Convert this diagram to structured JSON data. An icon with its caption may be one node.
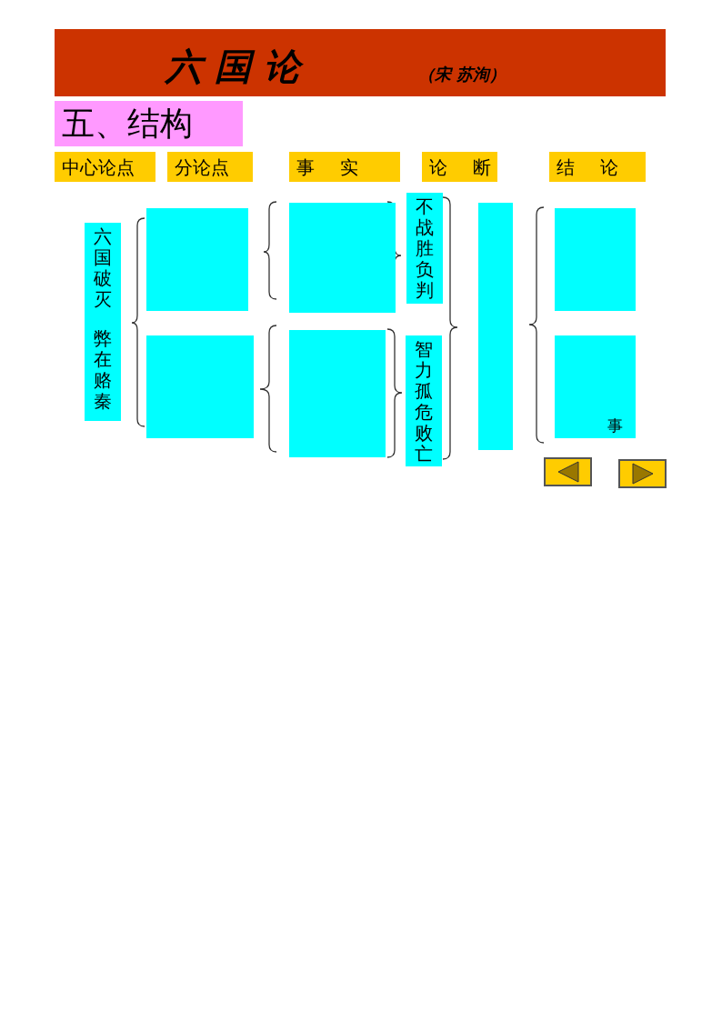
{
  "diagram": {
    "nodes": [
      {
        "text": [
          "六国论",
          "（宋 苏洵）"
        ]
      },
      {
        "text": [
          "五、结构"
        ]
      },
      {
        "text": [
          "中心论点"
        ]
      },
      {
        "text": [
          "分论点"
        ]
      },
      {
        "text": [
          "事 实"
        ]
      },
      {
        "text": [
          "论 断"
        ]
      },
      {
        "text": [
          "结 论"
        ]
      },
      {
        "text": [
          "六国破灭",
          "弊在赂秦"
        ]
      },
      {
        "text": [],
        "shape": "box"
      },
      {
        "text": [],
        "shape": "box"
      },
      {
        "text": [],
        "shape": "box"
      },
      {
        "text": [],
        "shape": "box"
      },
      {
        "text": [
          "不战胜负判"
        ]
      },
      {
        "text": [
          "智力孤危败亡"
        ]
      },
      {
        "text": [],
        "shape": "bar"
      },
      {
        "text": [],
        "shape": "box"
      },
      {
        "text": [
          "事"
        ]
      }
    ]
  }
}
